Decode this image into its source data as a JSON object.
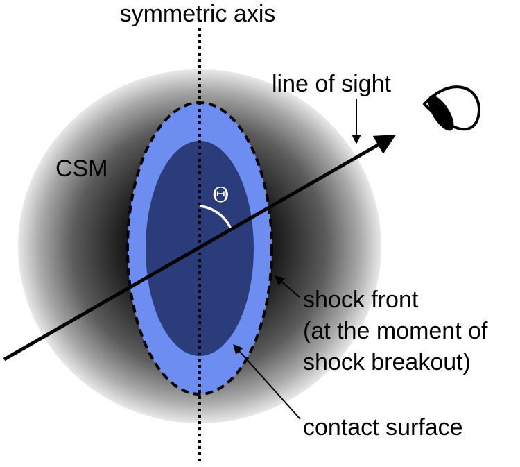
{
  "labels": {
    "symmetric_axis": "symmetric axis",
    "line_of_sight": "line of sight",
    "csm": "CSM",
    "theta": "Θ",
    "shock_front_line1": "shock front",
    "shock_front_line2": "(at the moment of",
    "shock_front_line3": "shock breakout)",
    "contact_surface": "contact surface"
  },
  "icons": {
    "observer": "eye-icon"
  },
  "colors": {
    "csm_center": "#000000",
    "csm_edge": "#e6e6e6",
    "shock_region": "#6d8ef0",
    "contact_region": "#2b3c7a",
    "angle_arc": "#ffffff",
    "outline": "#000000"
  }
}
